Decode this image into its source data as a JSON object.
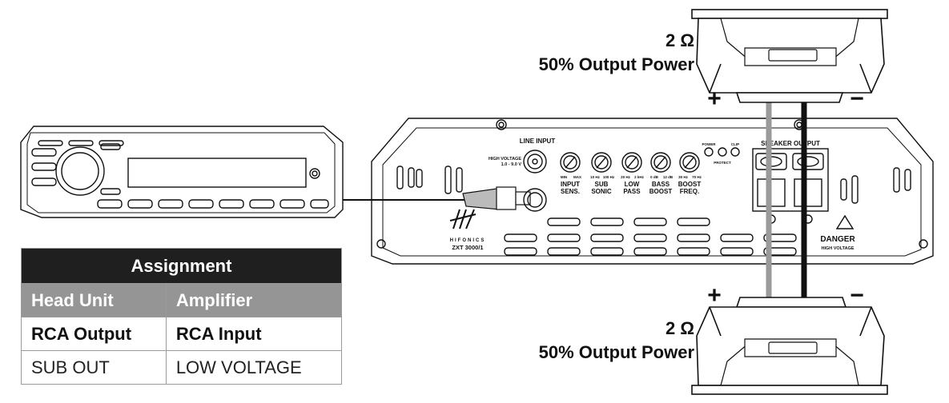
{
  "speaker_top": {
    "impedance": "2 Ω",
    "power": "50% Output Power"
  },
  "speaker_bottom": {
    "impedance": "2 Ω",
    "power": "50% Output Power"
  },
  "polarity": {
    "plus": "+",
    "minus": "−"
  },
  "amplifier": {
    "line_input": "LINE INPUT",
    "high_voltage_label": "HIGH VOLTAGE",
    "high_voltage_range": "1.0 - 9.0 V",
    "knobs": [
      {
        "name": "INPUT",
        "name2": "SENS.",
        "min": "MIN",
        "max": "MAX"
      },
      {
        "name": "SUB",
        "name2": "SONIC",
        "min": "10 Hz",
        "max": "100 Hz"
      },
      {
        "name": "LOW",
        "name2": "PASS",
        "min": "20 Hz",
        "max": "2 kHz"
      },
      {
        "name": "BASS",
        "name2": "BOOST",
        "min": "0 dB",
        "max": "12 dB"
      },
      {
        "name": "BOOST",
        "name2": "FREQ.",
        "min": "30 Hz",
        "max": "70 Hz"
      }
    ],
    "led_power": "POWER",
    "led_protect": "PROTECT",
    "led_clip": "CLIP",
    "speaker_output": "SPEAKER OUTPUT",
    "danger": "DANGER",
    "danger_sub": "HIGH VOLTAGE",
    "brand": "HIFONICS",
    "model": "ZXT 3000/1"
  },
  "table": {
    "title": "Assignment",
    "headers": [
      "Head Unit",
      "Amplifier"
    ],
    "rows": [
      [
        "RCA Output",
        "RCA Input"
      ],
      [
        "SUB OUT",
        "LOW VOLTAGE"
      ]
    ]
  }
}
